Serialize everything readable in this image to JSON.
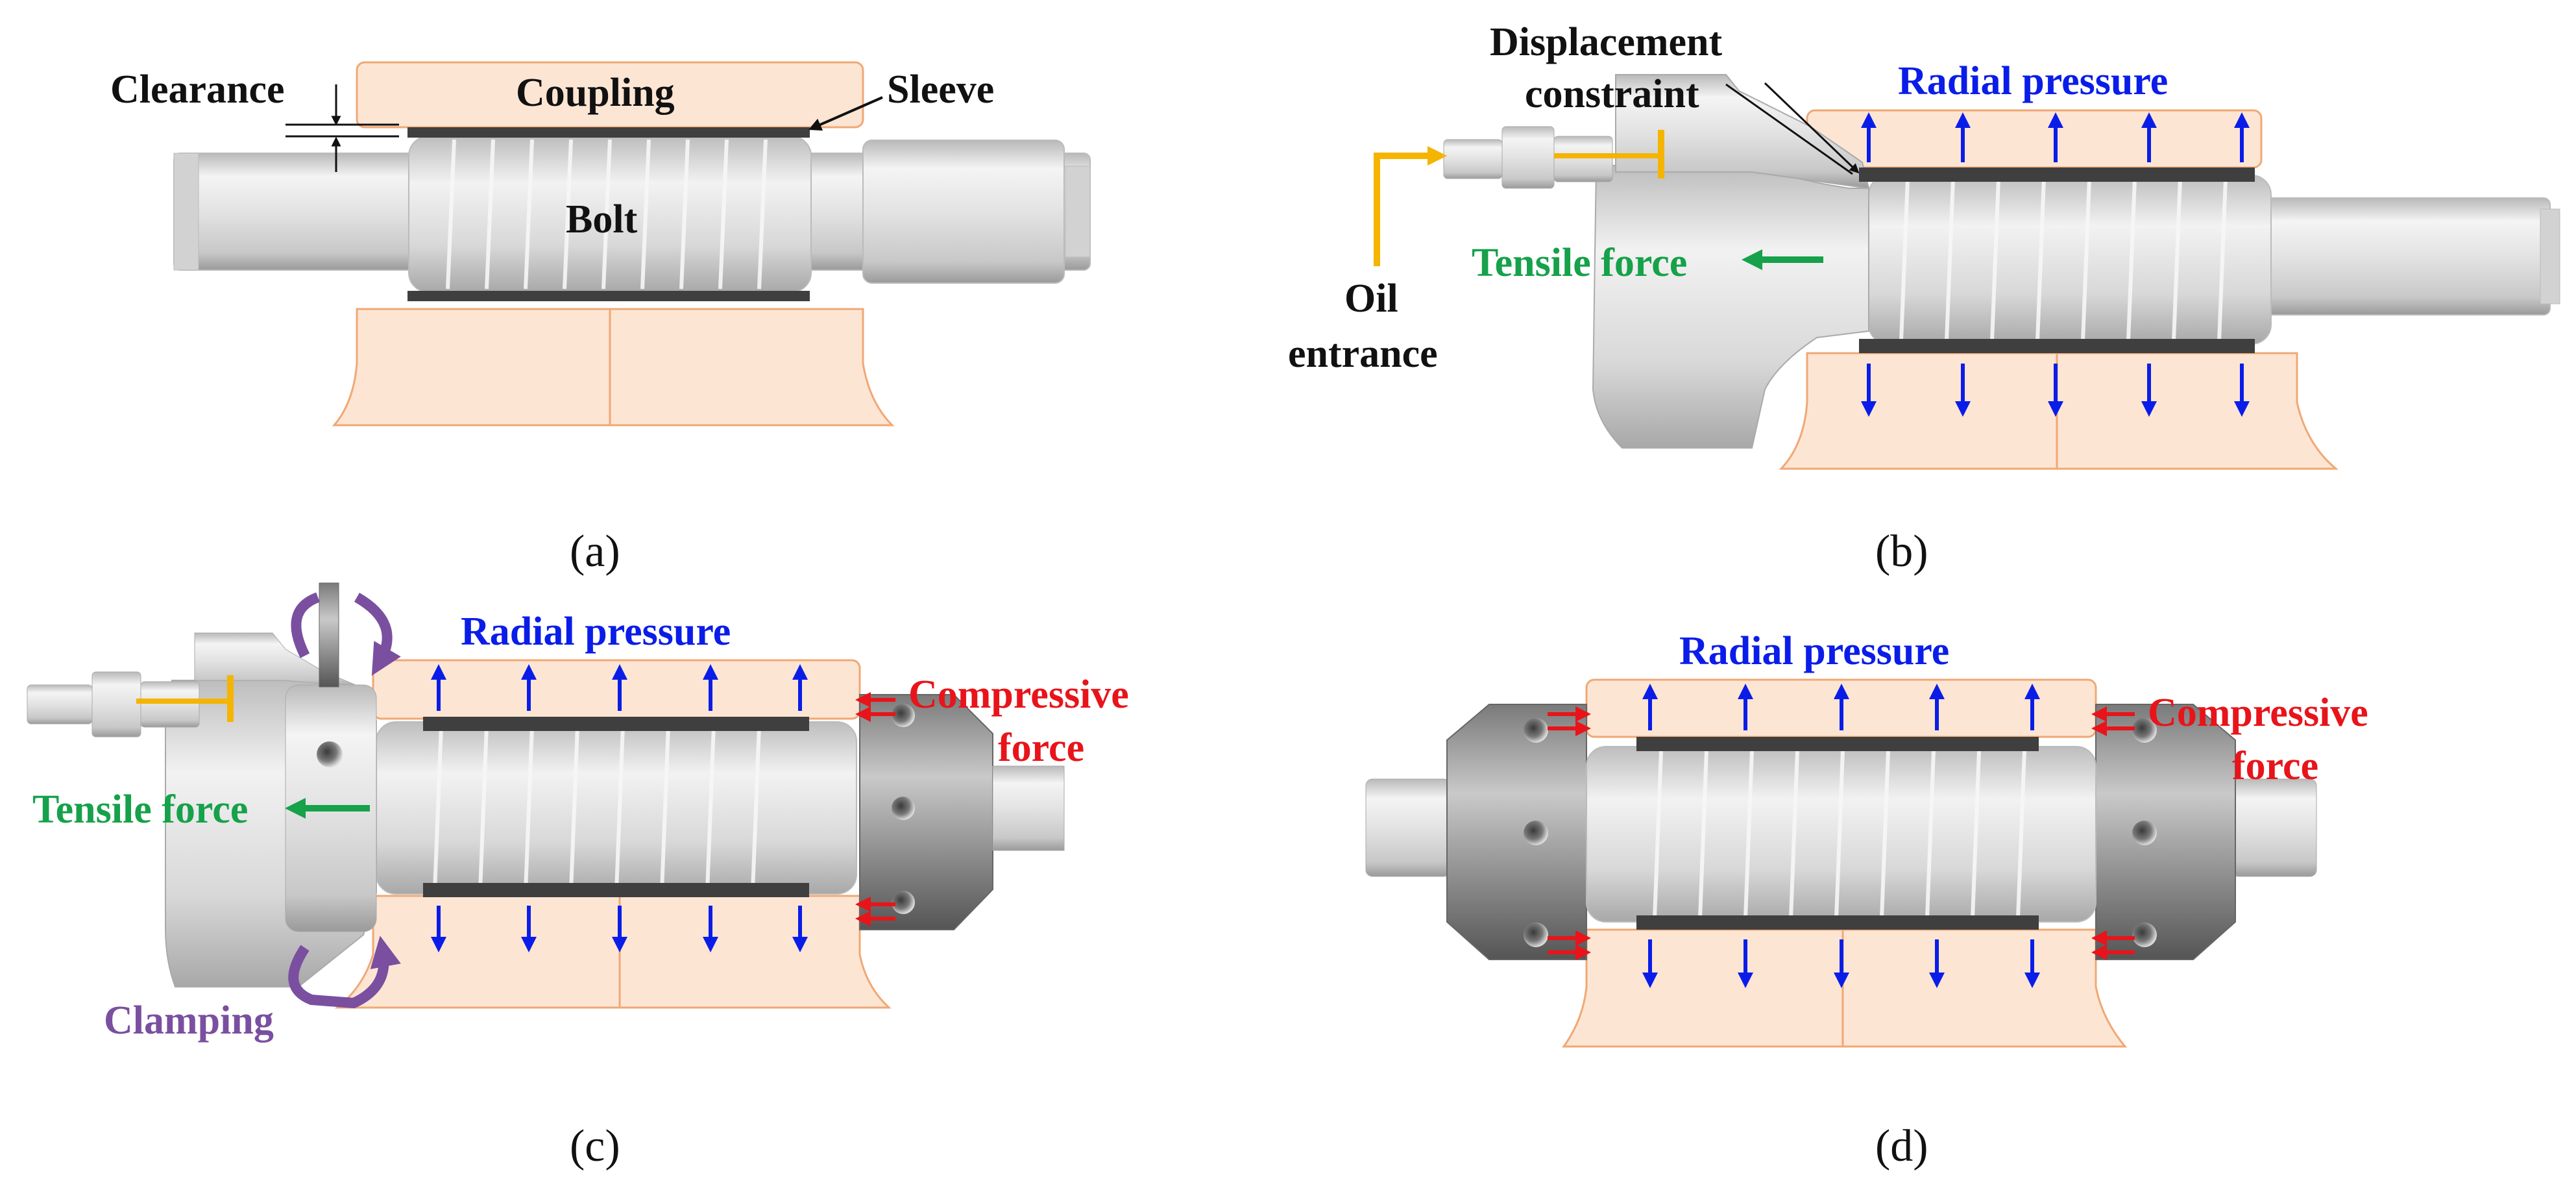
{
  "colors": {
    "coupling_fill": "#fde5d4",
    "coupling_stroke": "#f0a875",
    "sleeve": "#3f3f3f",
    "label": "#111111",
    "radial_pressure": "#0a1de8",
    "tensile_force": "#16a14a",
    "compressive_force": "#e8141a",
    "clamping": "#7a4fa0",
    "oil_line": "#f4b400"
  },
  "panels": {
    "a": {
      "caption": "(a)",
      "labels": {
        "clearance": "Clearance",
        "coupling": "Coupling",
        "sleeve": "Sleeve",
        "bolt": "Bolt"
      }
    },
    "b": {
      "caption": "(b)",
      "labels": {
        "displacement_line1": "Displacement",
        "displacement_line2": "constraint",
        "radial_pressure": "Radial pressure",
        "tensile_force": "Tensile force",
        "oil_line1": "Oil",
        "oil_line2": "entrance"
      }
    },
    "c": {
      "caption": "(c)",
      "labels": {
        "radial_pressure": "Radial pressure",
        "compressive_line1": "Compressive",
        "compressive_line2": "force",
        "tensile_force": "Tensile force",
        "clamping": "Clamping"
      }
    },
    "d": {
      "caption": "(d)",
      "labels": {
        "radial_pressure": "Radial pressure",
        "compressive_line1": "Compressive",
        "compressive_line2": "force"
      }
    }
  }
}
